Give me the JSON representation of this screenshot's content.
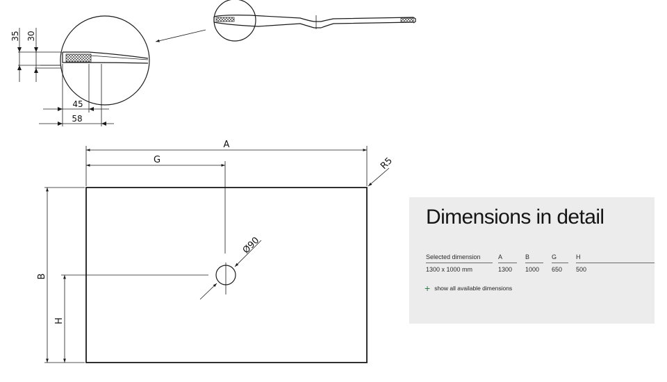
{
  "drawing": {
    "labels": {
      "dim_35": "35",
      "dim_30": "30",
      "dim_45": "45",
      "dim_58": "58",
      "dim_a": "A",
      "dim_g": "G",
      "dim_b": "B",
      "dim_h": "H",
      "radius": "R5",
      "drain_diameter": "Ø90"
    }
  },
  "panel": {
    "title": "Dimensions in detail",
    "headers": {
      "selected": "Selected dimension",
      "a": "A",
      "b": "B",
      "g": "G",
      "h": "H"
    },
    "row": {
      "selected": "1300 x 1000 mm",
      "a": "1300",
      "b": "1000",
      "g": "650",
      "h": "500"
    },
    "show_all_label": "show all available dimensions",
    "colors": {
      "background": "#ececec",
      "plus_icon": "#2f7d4a"
    },
    "icons": {
      "show_all": "plus-icon"
    }
  }
}
